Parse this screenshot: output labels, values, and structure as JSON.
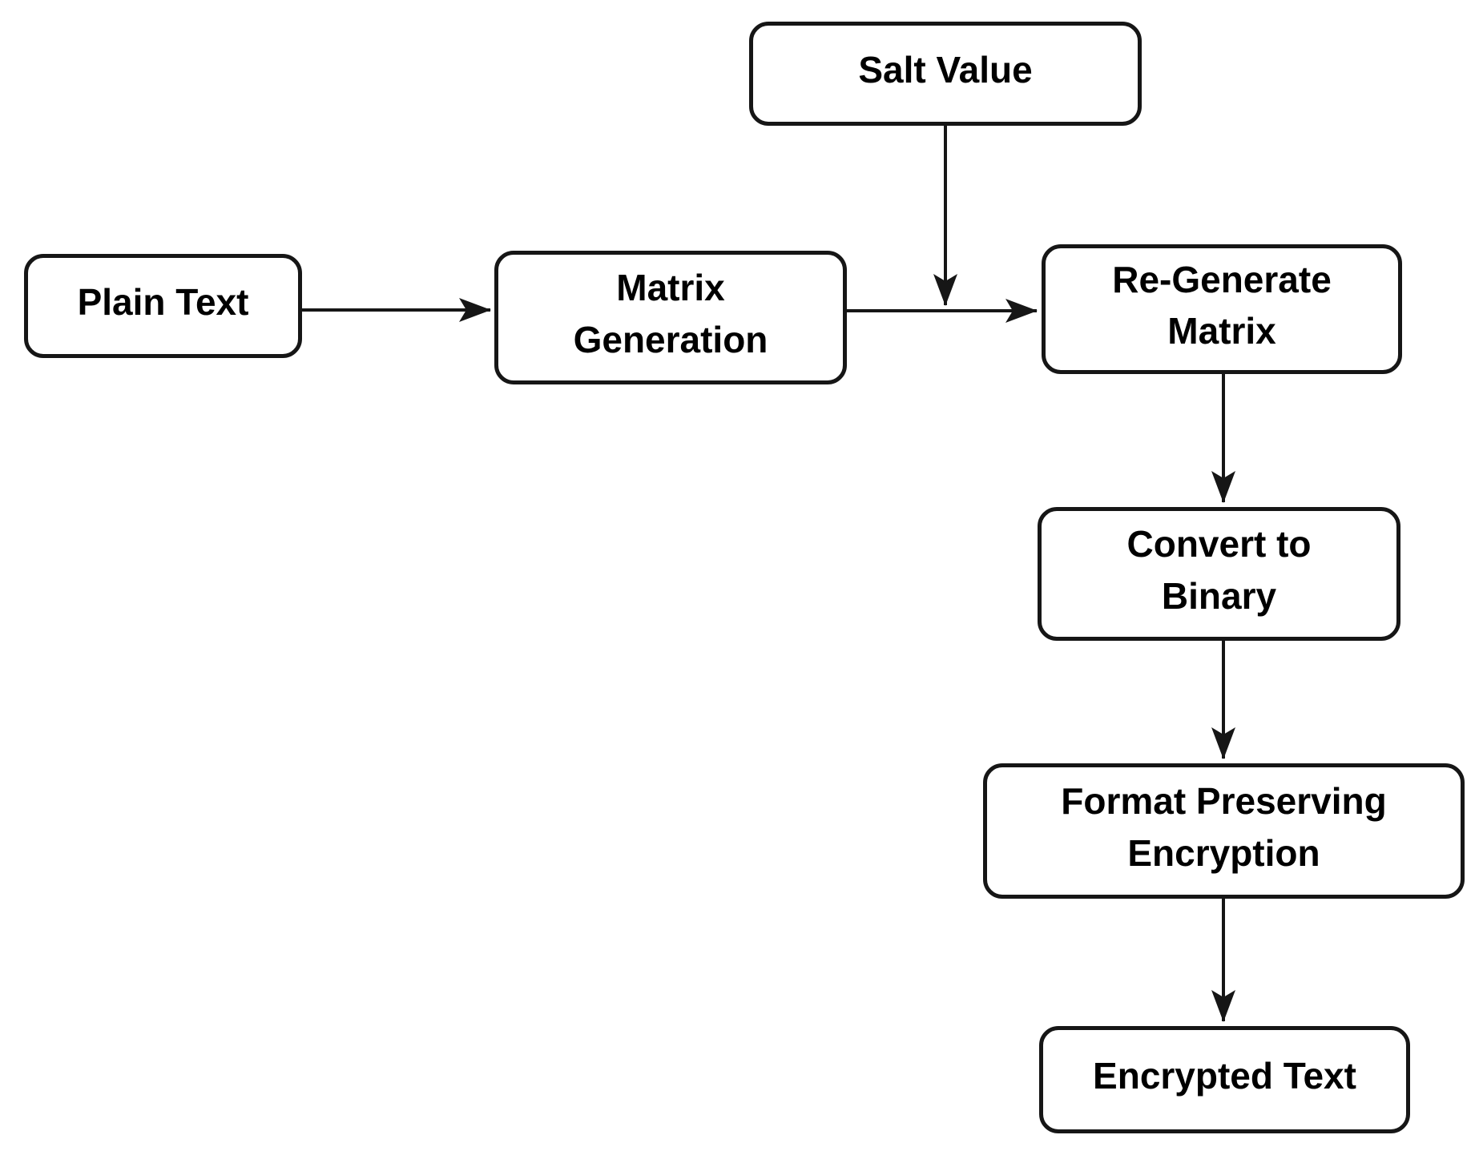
{
  "diagram": {
    "type": "flowchart",
    "colors": {
      "background": "#ffffff",
      "node_fill": "#ffffff",
      "node_border": "#161616",
      "text": "#000000",
      "connector": "#161616"
    },
    "nodes": [
      {
        "id": "plain-text",
        "label": "Plain Text",
        "lines": [
          "Plain Text"
        ]
      },
      {
        "id": "matrix-generation",
        "label": "Matrix Generation",
        "lines": [
          "Matrix",
          "Generation"
        ]
      },
      {
        "id": "salt-value",
        "label": "Salt Value",
        "lines": [
          "Salt Value"
        ]
      },
      {
        "id": "re-generate-matrix",
        "label": "Re-Generate Matrix",
        "lines": [
          "Re-Generate",
          "Matrix"
        ]
      },
      {
        "id": "convert-to-binary",
        "label": "Convert to Binary",
        "lines": [
          "Convert to",
          "Binary"
        ]
      },
      {
        "id": "format-preserving-encryption",
        "label": "Format Preserving Encryption",
        "lines": [
          "Format Preserving",
          "Encryption"
        ]
      },
      {
        "id": "encrypted-text",
        "label": "Encrypted Text",
        "lines": [
          "Encrypted Text"
        ]
      }
    ],
    "edges": [
      {
        "from": "plain-text",
        "to": "matrix-generation"
      },
      {
        "from": "salt-value",
        "to": "re-generate-matrix"
      },
      {
        "from": "matrix-generation",
        "to": "re-generate-matrix"
      },
      {
        "from": "re-generate-matrix",
        "to": "convert-to-binary"
      },
      {
        "from": "convert-to-binary",
        "to": "format-preserving-encryption"
      },
      {
        "from": "format-preserving-encryption",
        "to": "encrypted-text"
      }
    ]
  }
}
